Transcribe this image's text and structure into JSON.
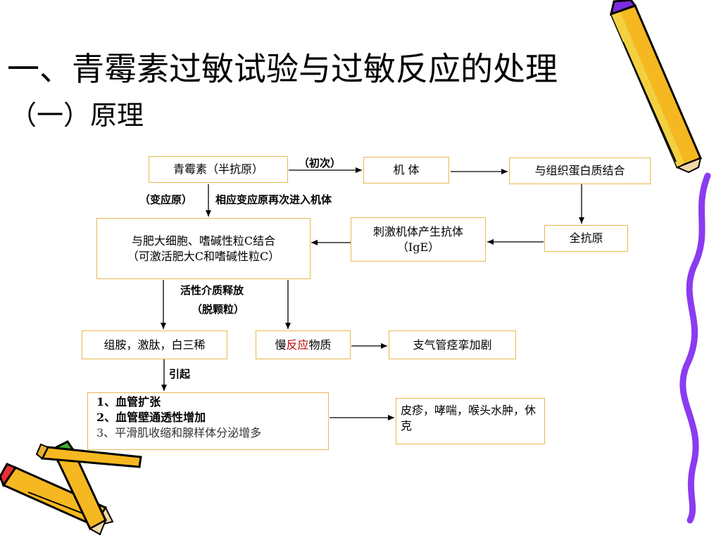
{
  "title": "一、青霉素过敏试验与过敏反应的处理",
  "subtitle": "（一）原理",
  "diagram": {
    "nodes": {
      "penicillin": "青霉素（半抗原）",
      "body": "机  体",
      "bind_protein": "与组织蛋白质结合",
      "full_antigen": "全抗原",
      "stimulate_line1": "刺激机体产生抗体",
      "stimulate_line2": "（IgE）",
      "mast_line1": "与肥大细胞、嗜碱性粒C结合",
      "mast_line2": "（可激活肥大C和嗜碱性粒C）",
      "histamine": "组胺，激肽，白三稀",
      "slow_prefix": "慢",
      "slow_highlight": "反应",
      "slow_suffix": "物质",
      "bronchospasm": "支气管痉挛加剧",
      "effect1": "1、血管扩张",
      "effect2": "2、血管壁通透性增加",
      "effect3": "3、平滑肌收缩和腺样体分泌增多",
      "symptoms": "皮疹，哮喘，喉头水肿，休克"
    },
    "labels": {
      "first_time": "（初次）",
      "allergen": "（变应原）",
      "reenter": "相应变应原再次进入机体",
      "mediator_release": "活性介质释放",
      "degranulation": "（脱颗粒）",
      "cause": "引起"
    }
  }
}
